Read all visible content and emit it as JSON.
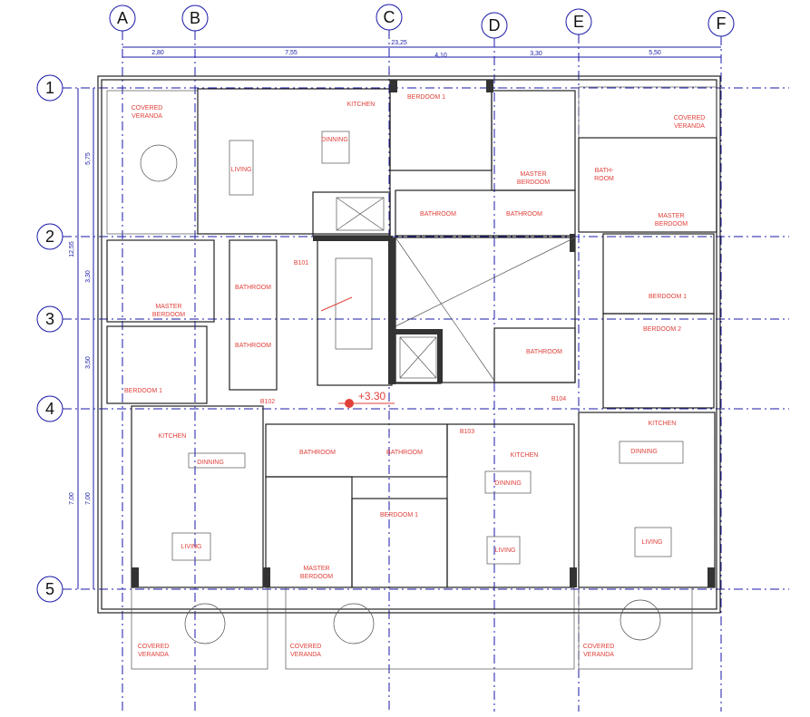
{
  "plan": {
    "columns": [
      "A",
      "B",
      "C",
      "D",
      "E",
      "F"
    ],
    "rows": [
      "1",
      "2",
      "3",
      "4",
      "5"
    ],
    "dimensions_top": {
      "total": "23,25",
      "segments": [
        "2,80",
        "7,55",
        "4,10",
        "3,30",
        "5,50"
      ]
    },
    "dimensions_left": {
      "total": "12,55",
      "segments": [
        "5,75",
        "3,30",
        "3,50"
      ],
      "lower": [
        "7,00",
        "7,00"
      ]
    },
    "elevation": "+3.30",
    "colors": {
      "grid": "#1a1aa8",
      "labels": "#e0403a",
      "walls": "#222222"
    },
    "labels": [
      [
        "COVERED",
        "VERANDA"
      ],
      [
        "LIVING"
      ],
      [
        "KITCHEN"
      ],
      [
        "DINNING"
      ],
      [
        "BERDOOM 1"
      ],
      [
        "MASTER",
        "BERDOOM"
      ],
      [
        "COVERED",
        "VERANDA"
      ],
      [
        "BATH-",
        "ROOM"
      ],
      [
        "MASTER",
        "BERDOOM"
      ],
      [
        "BATHROOM"
      ],
      [
        "BATHROOM"
      ],
      [
        "B101"
      ],
      [
        "BATHROOM"
      ],
      [
        "BATHROOM"
      ],
      [
        "MASTER",
        "BERDOOM"
      ],
      [
        "BERDOOM 1"
      ],
      [
        "B102"
      ],
      [
        "BATHROOM"
      ],
      [
        "BERDOOM 1"
      ],
      [
        "BERDOOM 2"
      ],
      [
        "B104"
      ],
      [
        "KITCHEN"
      ],
      [
        "DINNING"
      ],
      [
        "LIVING"
      ],
      [
        "BATHROOM"
      ],
      [
        "BATHROOM"
      ],
      [
        "B103"
      ],
      [
        "KITCHEN"
      ],
      [
        "DINNING"
      ],
      [
        "LIVING"
      ],
      [
        "KITCHEN"
      ],
      [
        "DINNING"
      ],
      [
        "LIVING"
      ],
      [
        "BERDOOM 1"
      ],
      [
        "MASTER",
        "BERDOOM"
      ],
      [
        "COVERED",
        "VERANDA"
      ],
      [
        "COVERED",
        "VERANDA"
      ],
      [
        "COVERED",
        "VERANDA"
      ]
    ]
  }
}
